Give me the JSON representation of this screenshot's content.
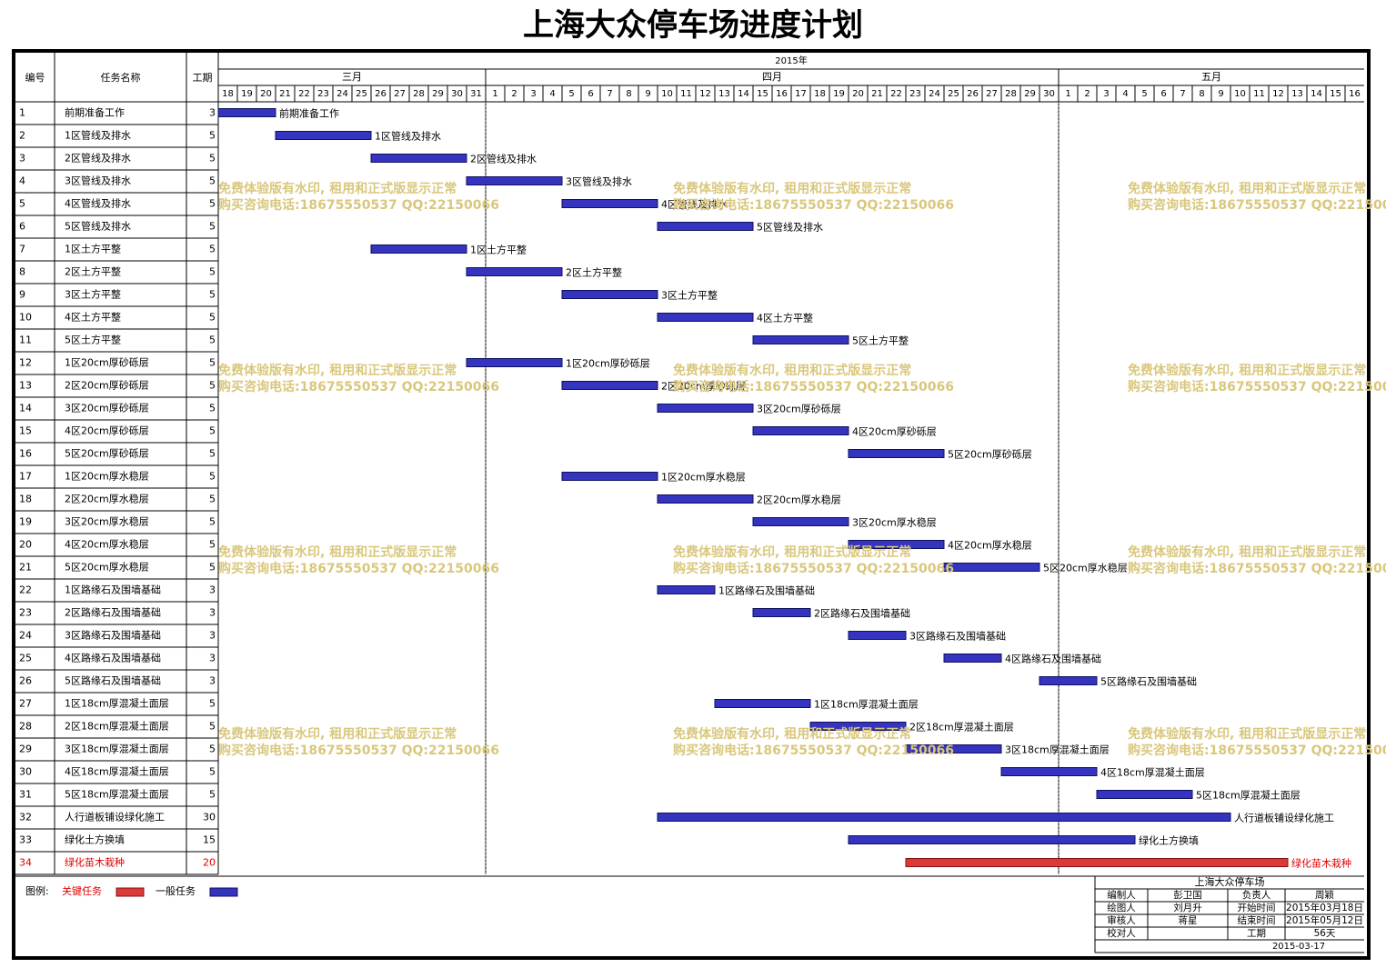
{
  "page_title": "上海大众停车场进度计划",
  "header": {
    "no": "编号",
    "name": "任务名称",
    "dur": "工期",
    "year": "2015年",
    "months": [
      "三月",
      "四月",
      "五月"
    ],
    "days": [
      18,
      19,
      20,
      21,
      22,
      23,
      24,
      25,
      26,
      27,
      28,
      29,
      30,
      31,
      1,
      2,
      3,
      4,
      5,
      6,
      7,
      8,
      9,
      10,
      11,
      12,
      13,
      14,
      15,
      16,
      17,
      18,
      19,
      20,
      21,
      22,
      23,
      24,
      25,
      26,
      27,
      28,
      29,
      30,
      1,
      2,
      3,
      4,
      5,
      6,
      7,
      8,
      9,
      10,
      11,
      12,
      13,
      14,
      15,
      16
    ]
  },
  "legend": {
    "label": "图例:",
    "critical": "关键任务",
    "normal": "一般任务"
  },
  "colors": {
    "normal_bar": "#3434bf",
    "critical_bar": "#d93a3a",
    "critical_text": "#e00000",
    "watermark": "#d9c77c"
  },
  "watermark": {
    "line1": "免费体验版有水印, 租用和正式版显示正常",
    "line2": "购买咨询电话:18675550537 QQ:22150066"
  },
  "info_block": {
    "title": "上海大众停车场",
    "rows": [
      [
        "编制人",
        "彭卫国",
        "负责人",
        "周颖"
      ],
      [
        "绘图人",
        "刘月升",
        "开始时间",
        "2015年03月18日"
      ],
      [
        "审核人",
        "蒋星",
        "结束时间",
        "2015年05月12日"
      ],
      [
        "校对人",
        "",
        "工期",
        "56天"
      ]
    ],
    "date": "2015-03-17"
  },
  "chart_data": {
    "type": "gantt",
    "start_date": "2015-03-18",
    "tasks": [
      {
        "id": 1,
        "name": "前期准备工作",
        "duration": 3,
        "start": "2015-03-18"
      },
      {
        "id": 2,
        "name": "1区管线及排水",
        "duration": 5,
        "start": "2015-03-21"
      },
      {
        "id": 3,
        "name": "2区管线及排水",
        "duration": 5,
        "start": "2015-03-26"
      },
      {
        "id": 4,
        "name": "3区管线及排水",
        "duration": 5,
        "start": "2015-03-31"
      },
      {
        "id": 5,
        "name": "4区管线及排水",
        "duration": 5,
        "start": "2015-04-05"
      },
      {
        "id": 6,
        "name": "5区管线及排水",
        "duration": 5,
        "start": "2015-04-10"
      },
      {
        "id": 7,
        "name": "1区土方平整",
        "duration": 5,
        "start": "2015-03-26"
      },
      {
        "id": 8,
        "name": "2区土方平整",
        "duration": 5,
        "start": "2015-03-31"
      },
      {
        "id": 9,
        "name": "3区土方平整",
        "duration": 5,
        "start": "2015-04-05"
      },
      {
        "id": 10,
        "name": "4区土方平整",
        "duration": 5,
        "start": "2015-04-10"
      },
      {
        "id": 11,
        "name": "5区土方平整",
        "duration": 5,
        "start": "2015-04-15"
      },
      {
        "id": 12,
        "name": "1区20cm厚砂砾层",
        "duration": 5,
        "start": "2015-03-31"
      },
      {
        "id": 13,
        "name": "2区20cm厚砂砾层",
        "duration": 5,
        "start": "2015-04-05"
      },
      {
        "id": 14,
        "name": "3区20cm厚砂砾层",
        "duration": 5,
        "start": "2015-04-10"
      },
      {
        "id": 15,
        "name": "4区20cm厚砂砾层",
        "duration": 5,
        "start": "2015-04-15"
      },
      {
        "id": 16,
        "name": "5区20cm厚砂砾层",
        "duration": 5,
        "start": "2015-04-20"
      },
      {
        "id": 17,
        "name": "1区20cm厚水稳层",
        "duration": 5,
        "start": "2015-04-05"
      },
      {
        "id": 18,
        "name": "2区20cm厚水稳层",
        "duration": 5,
        "start": "2015-04-10"
      },
      {
        "id": 19,
        "name": "3区20cm厚水稳层",
        "duration": 5,
        "start": "2015-04-15"
      },
      {
        "id": 20,
        "name": "4区20cm厚水稳层",
        "duration": 5,
        "start": "2015-04-20"
      },
      {
        "id": 21,
        "name": "5区20cm厚水稳层",
        "duration": 5,
        "start": "2015-04-25"
      },
      {
        "id": 22,
        "name": "1区路缘石及围墙基础",
        "duration": 3,
        "start": "2015-04-10"
      },
      {
        "id": 23,
        "name": "2区路缘石及围墙基础",
        "duration": 3,
        "start": "2015-04-15"
      },
      {
        "id": 24,
        "name": "3区路缘石及围墙基础",
        "duration": 3,
        "start": "2015-04-20"
      },
      {
        "id": 25,
        "name": "4区路缘石及围墙基础",
        "duration": 3,
        "start": "2015-04-25"
      },
      {
        "id": 26,
        "name": "5区路缘石及围墙基础",
        "duration": 3,
        "start": "2015-04-30"
      },
      {
        "id": 27,
        "name": "1区18cm厚混凝土面层",
        "duration": 5,
        "start": "2015-04-13"
      },
      {
        "id": 28,
        "name": "2区18cm厚混凝土面层",
        "duration": 5,
        "start": "2015-04-18"
      },
      {
        "id": 29,
        "name": "3区18cm厚混凝土面层",
        "duration": 5,
        "start": "2015-04-23"
      },
      {
        "id": 30,
        "name": "4区18cm厚混凝土面层",
        "duration": 5,
        "start": "2015-04-28"
      },
      {
        "id": 31,
        "name": "5区18cm厚混凝土面层",
        "duration": 5,
        "start": "2015-05-03"
      },
      {
        "id": 32,
        "name": "人行道板铺设绿化施工",
        "duration": 30,
        "start": "2015-04-10"
      },
      {
        "id": 33,
        "name": "绿化土方换填",
        "duration": 15,
        "start": "2015-04-20"
      },
      {
        "id": 34,
        "name": "绿化苗木栽种",
        "duration": 20,
        "start": "2015-04-23",
        "critical": true
      }
    ]
  }
}
